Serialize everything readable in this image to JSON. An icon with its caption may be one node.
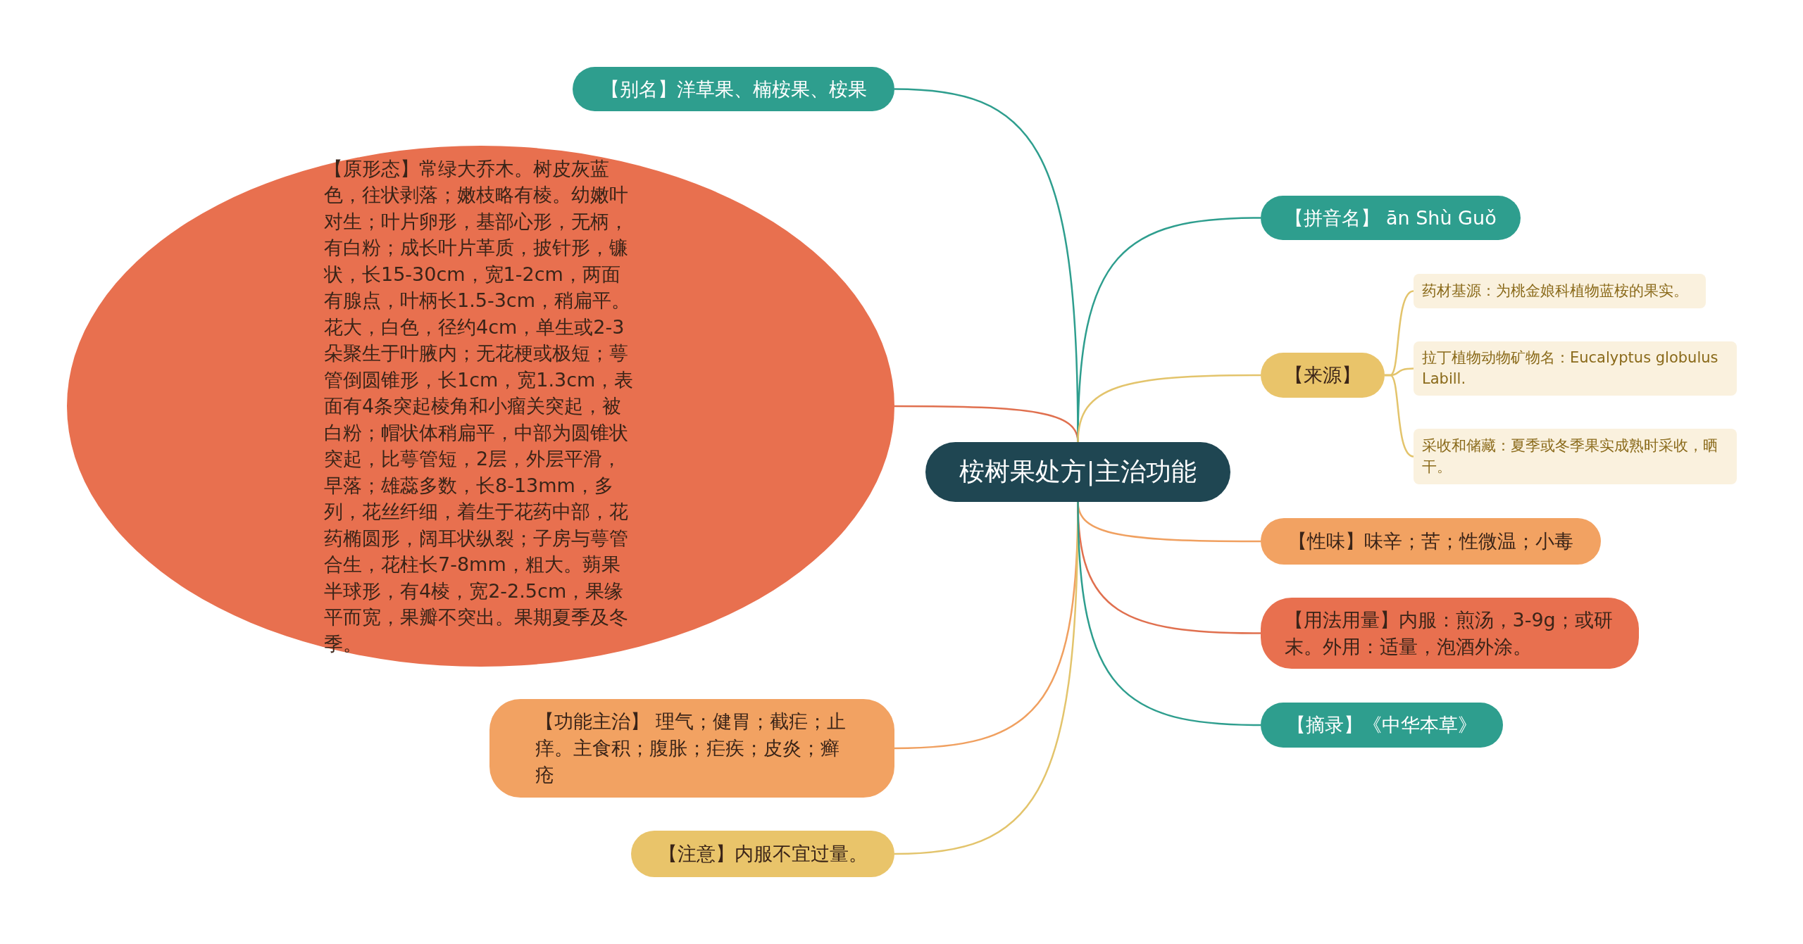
{
  "diagram": {
    "nodes": [
      {
        "text": [
          "桉树果处方|主治功能"
        ]
      },
      {
        "text": [
          "【别名】洋草果、楠桉果、桉果"
        ]
      },
      {
        "text": [
          "【原形态】常绿大乔木。树皮灰蓝色，往状剥落；嫩枝略有棱。幼嫩叶对生；叶片卵形，基部心形，无柄，有白粉；成长叶片革质，披针形，镰状，长15-30cm，宽1-2cm，两面有腺点，叶柄长1.5-3cm，稍扁平。花大，白色，径约4cm，单生或2-3朵聚生于叶腋内；无花梗或极短；萼管倒圆锥形，长1cm，宽1.3cm，表面有4条突起棱角和小瘤关突起，被白粉；帽状体稍扁平，中部为圆锥状突起，比萼管短，2层，外层平滑，早落；雄蕊多数，长8-13mm，多列，花丝纤细，着生于花药中部，花药椭圆形，阔耳状纵裂；子房与萼管合生，花柱长7-8mm，粗大。蒴果半球形，有4棱，宽2-2.5cm，果缘平而宽，果瓣不突出。果期夏季及冬季。"
        ]
      },
      {
        "text": [
          "【功能主治】 理气；健胃；截疟；止痒。主食积；腹胀；疟疾；皮炎；癣疮"
        ]
      },
      {
        "text": [
          "【注意】内服不宜过量。"
        ]
      },
      {
        "text": [
          "【拼音名】 ān Shù Guǒ"
        ]
      },
      {
        "text": [
          "【来源】"
        ]
      },
      {
        "text": [
          "药材基源：为桃金娘科植物蓝桉的果实。"
        ]
      },
      {
        "text": [
          "拉丁植物动物矿物名：Eucalyptus globulus Labill."
        ]
      },
      {
        "text": [
          "采收和储藏：夏季或冬季果实成熟时采收，晒干。"
        ]
      },
      {
        "text": [
          "【性味】味辛；苦；性微温；小毒"
        ]
      },
      {
        "text": [
          "【用法用量】内服：煎汤，3-9g；或研末。外用：适量，泡酒外涂。"
        ]
      },
      {
        "text": [
          "【摘录】《中华本草》"
        ]
      }
    ],
    "edges": [
      {
        "from": 0,
        "to": 1,
        "arrow": "none",
        "color": "#2e9e8e"
      },
      {
        "from": 0,
        "to": 2,
        "arrow": "none",
        "color": "#e0704f"
      },
      {
        "from": 0,
        "to": 3,
        "arrow": "none",
        "color": "#f0a060"
      },
      {
        "from": 0,
        "to": 4,
        "arrow": "none"
      },
      {
        "from": 0,
        "to": 5,
        "arrow": "none",
        "color": "#2e9e8e"
      },
      {
        "from": 0,
        "to": 6,
        "arrow": "none"
      },
      {
        "from": 6,
        "to": 7,
        "arrow": "none"
      },
      {
        "from": 6,
        "to": 8,
        "arrow": "none"
      },
      {
        "from": 6,
        "to": 9,
        "arrow": "none"
      },
      {
        "from": 0,
        "to": 10,
        "arrow": "none",
        "color": "#f0a060"
      },
      {
        "from": 0,
        "to": 11,
        "arrow": "none",
        "color": "#e0704f"
      },
      {
        "from": 0,
        "to": 12,
        "arrow": "none",
        "color": "#2e9e8e"
      }
    ]
  }
}
